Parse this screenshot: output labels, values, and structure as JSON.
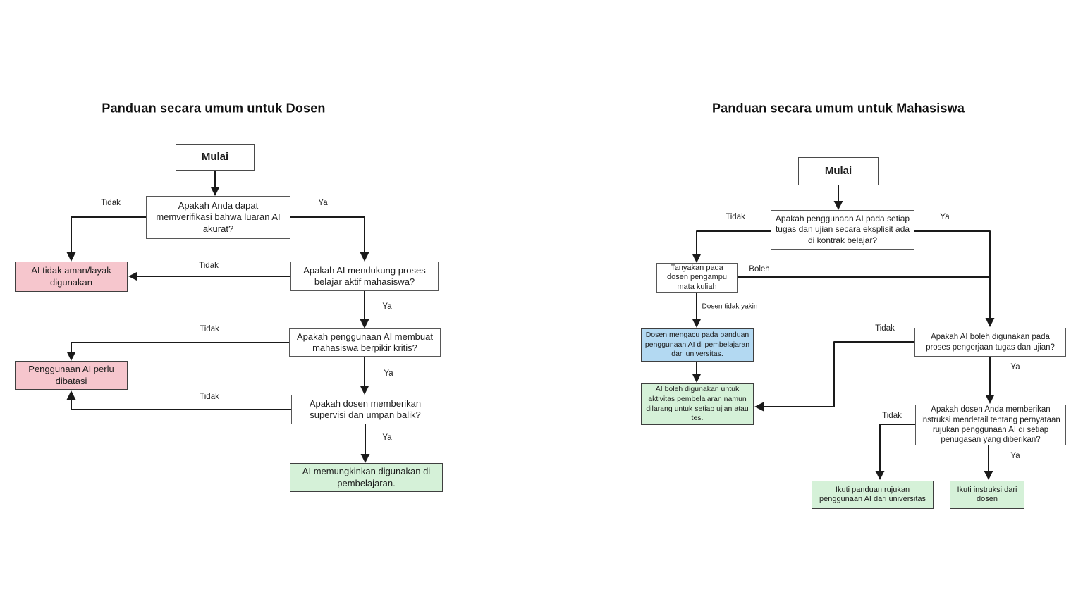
{
  "left_chart": {
    "title": "Panduan secara umum untuk Dosen",
    "nodes": {
      "start": "Mulai",
      "q_verify": "Apakah Anda dapat memverifikasi bahwa luaran AI akurat?",
      "result_unsafe": "AI tidak aman/layak digunakan",
      "q_active_learning": "Apakah AI mendukung proses belajar aktif mahasiswa?",
      "q_critical_thinking": "Apakah penggunaan AI membuat mahasiswa berpikir kritis?",
      "result_restrict": "Penggunaan AI perlu dibatasi",
      "q_supervision": "Apakah dosen memberikan supervisi dan umpan balik?",
      "result_allowed": "AI memungkinkan digunakan di pembelajaran."
    },
    "edge_labels": {
      "verify_no": "Tidak",
      "verify_yes": "Ya",
      "active_no": "Tidak",
      "active_yes": "Ya",
      "critical_no": "Tidak",
      "critical_yes": "Ya",
      "supervision_no": "Tidak",
      "supervision_yes": "Ya"
    }
  },
  "right_chart": {
    "title": "Panduan secara umum untuk Mahasiswa",
    "nodes": {
      "start": "Mulai",
      "q_contract": "Apakah penggunaan AI pada setiap tugas dan ujian secara eksplisit ada di kontrak belajar?",
      "ask_lecturer": "Tanyakan pada dosen pengampu mata kuliah",
      "refer_university": "Dosen mengacu pada panduan penggunaan AI di pembelajaran dari universitas.",
      "allowed_learning": "AI boleh digunakan untuk aktivitas pembelajaran namun dilarang untuk setiap ujian atau tes.",
      "q_allowed_tasks": "Apakah AI boleh digunakan pada proses pengerjaan tugas dan ujian?",
      "q_detailed_instructions": "Apakah dosen Anda memberikan instruksi mendetail tentang pernyataan rujukan penggunaan AI di setiap penugasan yang diberikan?",
      "follow_university": "Ikuti panduan rujukan penggunaan AI dari universitas",
      "follow_lecturer": "Ikuti instruksi dari dosen"
    },
    "edge_labels": {
      "contract_no": "Tidak",
      "contract_yes": "Ya",
      "ask_allowed": "Boleh",
      "ask_unsure": "Dosen tidak yakin",
      "tasks_no": "Tidak",
      "tasks_yes": "Ya",
      "instructions_no": "Tidak",
      "instructions_yes": "Ya"
    }
  },
  "colors": {
    "result_negative": "#f6c6cd",
    "result_positive": "#d5f1d8",
    "info_box": "#b3d9f2",
    "node_border": "#575757",
    "connector": "#1a1a1a",
    "background": "#ffffff",
    "text": "#1d1d1d"
  }
}
